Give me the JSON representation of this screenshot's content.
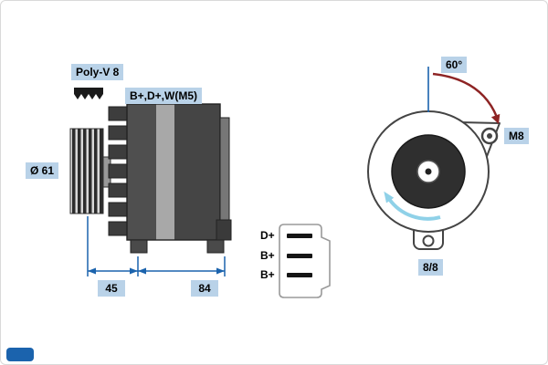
{
  "labels": {
    "belt_type": "Poly-V 8",
    "terminals": "B+,D+,W(M5)",
    "pulley_diameter": "Ø 61",
    "dim_left": "45",
    "dim_right": "84",
    "swing_angle": "60°",
    "bolt_size": "M8",
    "pulley_ratio": "8/8"
  },
  "connector": {
    "pins": [
      "D+",
      "B+",
      "B+"
    ]
  },
  "colors": {
    "dimension_blue": "#1b63ad",
    "arrow_red": "#8e2424",
    "rotation_cyan": "#8fd1e8",
    "label_background": "#b9d2e8",
    "body_dark": "#454545"
  }
}
